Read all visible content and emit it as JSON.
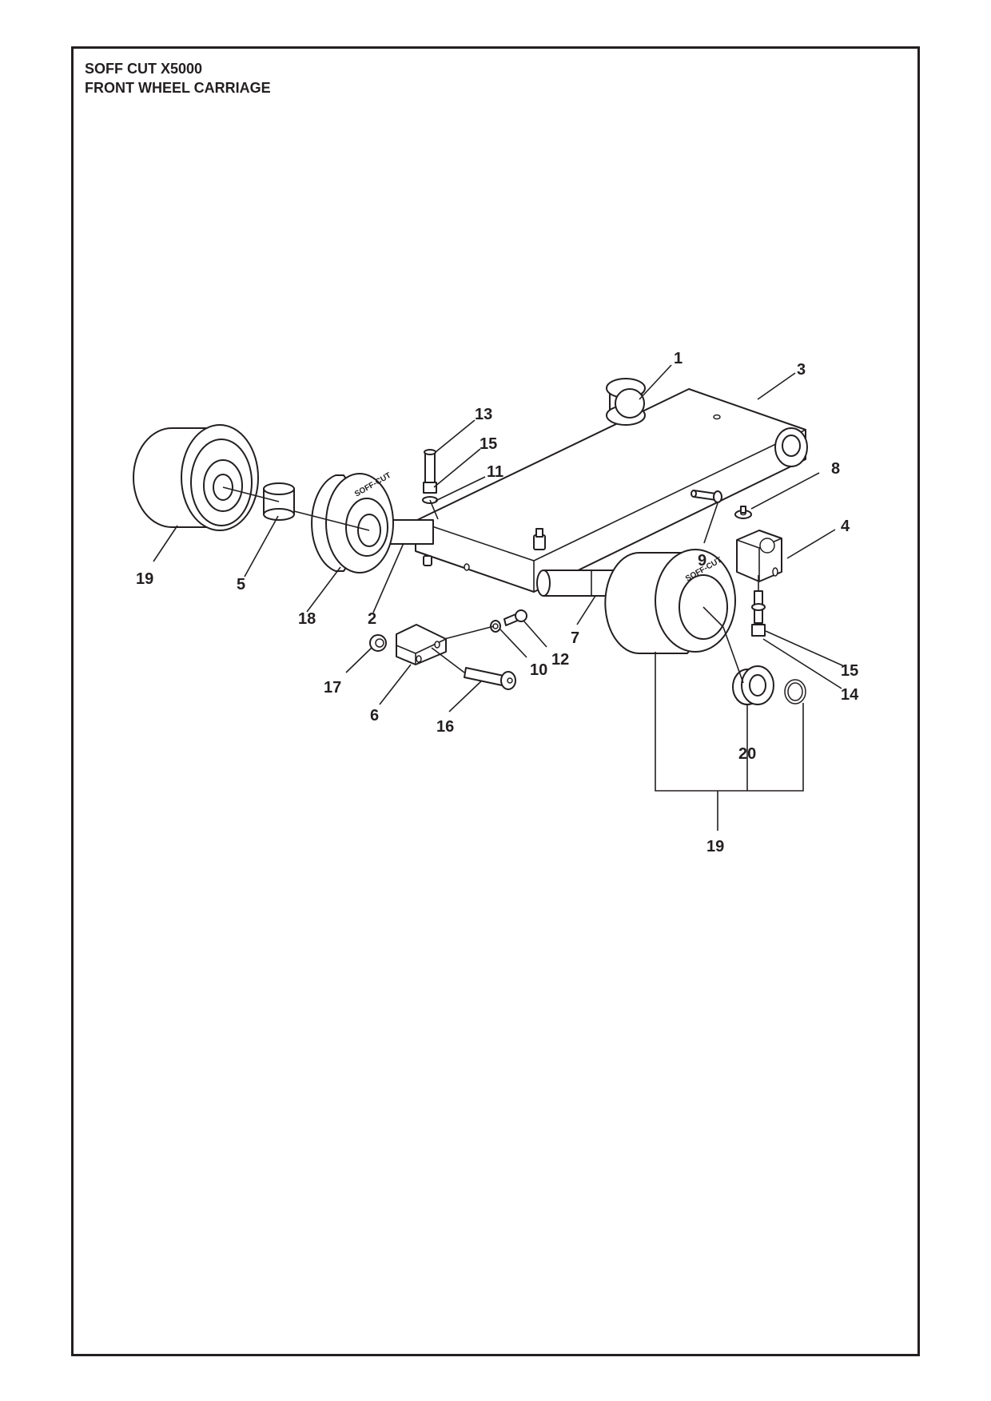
{
  "title": {
    "line1": "SOFF CUT X5000",
    "line2": "FRONT WHEEL CARRIAGE"
  },
  "wheel_logo": "SOFF-CUT",
  "callouts": [
    {
      "id": "c1",
      "label": "1"
    },
    {
      "id": "c3",
      "label": "3"
    },
    {
      "id": "c13",
      "label": "13"
    },
    {
      "id": "c15a",
      "label": "15"
    },
    {
      "id": "c11",
      "label": "11"
    },
    {
      "id": "c8",
      "label": "8"
    },
    {
      "id": "c4",
      "label": "4"
    },
    {
      "id": "c9",
      "label": "9"
    },
    {
      "id": "c19a",
      "label": "19"
    },
    {
      "id": "c5",
      "label": "5"
    },
    {
      "id": "c18",
      "label": "18"
    },
    {
      "id": "c2",
      "label": "2"
    },
    {
      "id": "c7",
      "label": "7"
    },
    {
      "id": "c12",
      "label": "12"
    },
    {
      "id": "c10",
      "label": "10"
    },
    {
      "id": "c17",
      "label": "17"
    },
    {
      "id": "c6",
      "label": "6"
    },
    {
      "id": "c16",
      "label": "16"
    },
    {
      "id": "c15b",
      "label": "15"
    },
    {
      "id": "c14",
      "label": "14"
    },
    {
      "id": "c20",
      "label": "20"
    },
    {
      "id": "c19b",
      "label": "19"
    }
  ]
}
